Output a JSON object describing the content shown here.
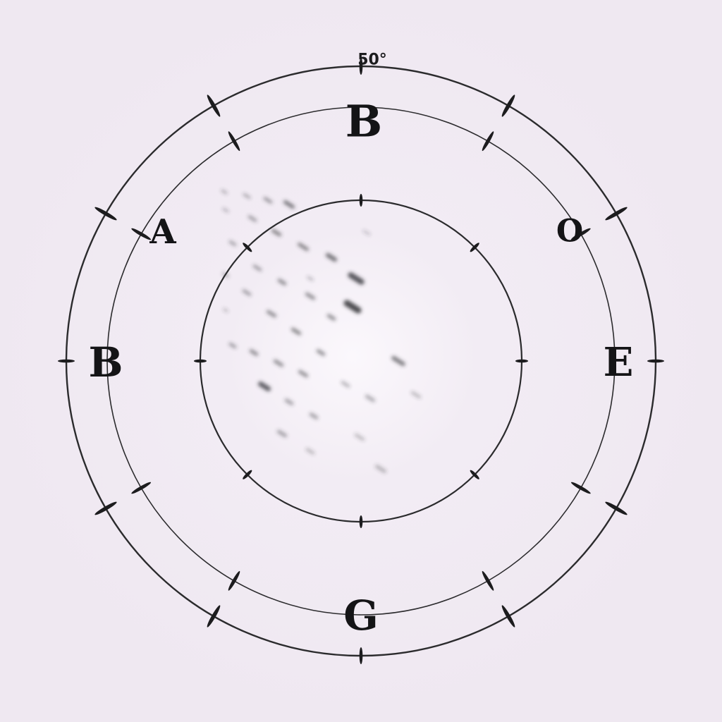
{
  "diagram": {
    "top_label": "50°",
    "ring_labels": {
      "top": "B",
      "upper_left": "A",
      "upper_right": "O",
      "left": "B",
      "right": "E",
      "bottom": "G"
    }
  }
}
